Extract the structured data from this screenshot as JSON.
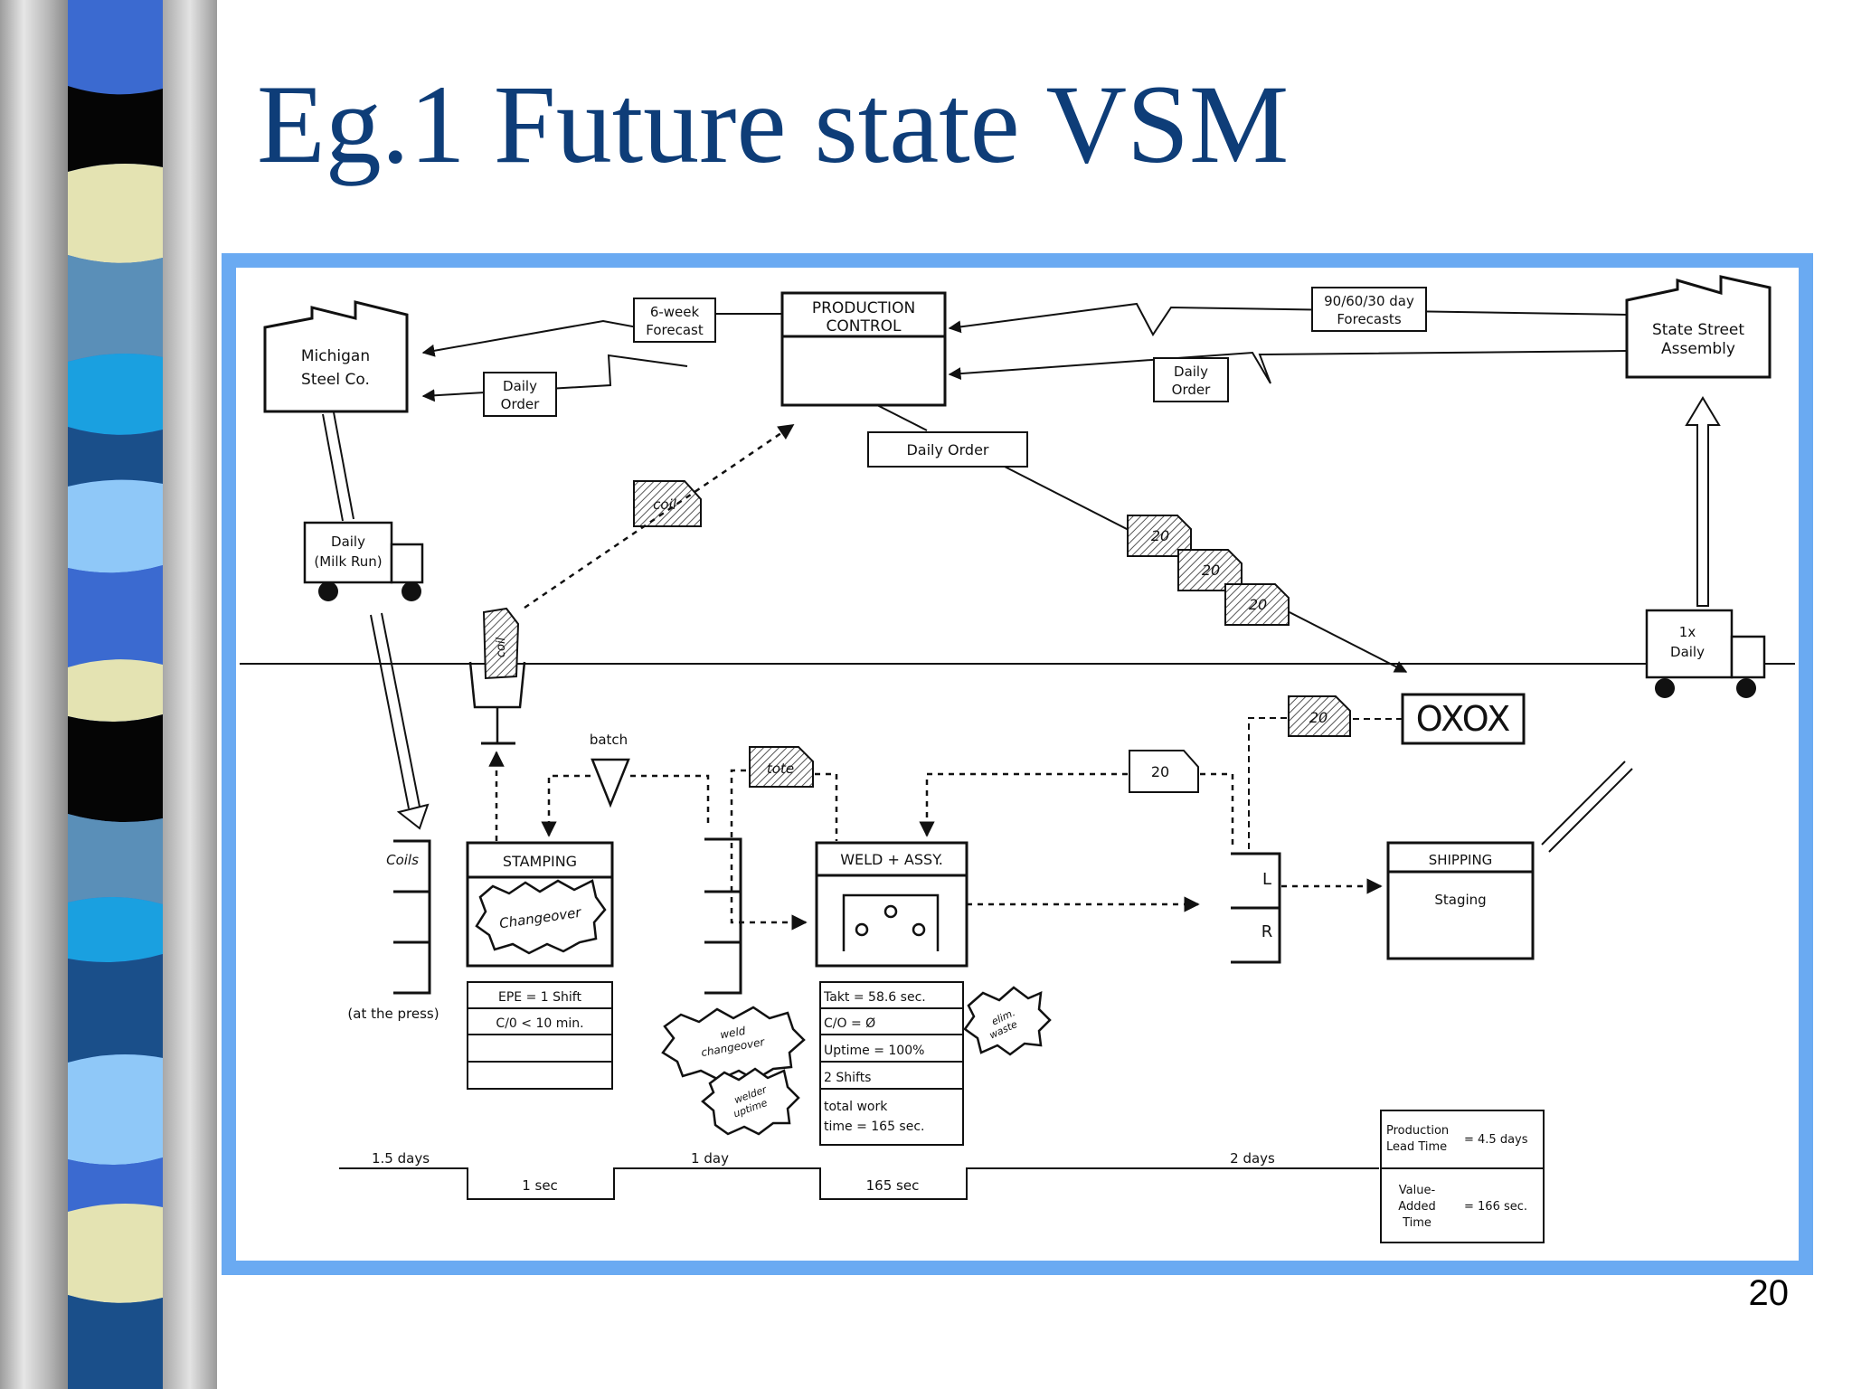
{
  "slide": {
    "title": "Eg.1 Future state VSM",
    "page_number": "20"
  },
  "diagram": {
    "supplier": [
      "Michigan",
      "Steel Co."
    ],
    "customer": [
      "State Street",
      "Assembly"
    ],
    "production_control": [
      "PRODUCTION",
      "CONTROL"
    ],
    "forecast_supplier": [
      "6-week",
      "Forecast"
    ],
    "order_supplier": [
      "Daily",
      "Order"
    ],
    "forecast_customer": [
      "90/60/30 day",
      "Forecasts"
    ],
    "order_customer": [
      "Daily",
      "Order"
    ],
    "daily_order": "Daily Order",
    "kanban_coil": "coil",
    "kanban_coil_post": "coil",
    "kanban_qty": "20",
    "truck_in": [
      "Daily",
      "(Milk Run)"
    ],
    "truck_out": [
      "1x",
      "Daily"
    ],
    "leveling_box": "OXOX",
    "withdrawal_qty": "20",
    "batch": "batch",
    "tote": "tote",
    "coils": "Coils",
    "at_press": "(at the press)",
    "stamping": {
      "title": "STAMPING",
      "kaizen": "Changeover",
      "data": [
        "EPE = 1 Shift",
        "C/0 < 10 min.",
        "",
        ""
      ]
    },
    "weld": {
      "title": "WELD + ASSY.",
      "data": [
        "Takt = 58.6 sec.",
        "C/O = Ø",
        "Uptime = 100%",
        "2 Shifts",
        "total work",
        "time = 165 sec."
      ]
    },
    "kaizen_weld_changeover": [
      "weld",
      "changeover"
    ],
    "kaizen_welder_uptime": [
      "welder",
      "uptime"
    ],
    "kaizen_elim_waste": [
      "elim.",
      "waste"
    ],
    "supermarket_l": "L",
    "supermarket_r": "R",
    "shipping": {
      "title": "SHIPPING",
      "sub": "Staging"
    },
    "timeline": {
      "days": [
        "1.5 days",
        "1 day",
        "2 days"
      ],
      "times": [
        "1 sec",
        "165 sec"
      ]
    },
    "summary": {
      "plt_label": [
        "Production",
        "Lead Time"
      ],
      "plt_value": "= 4.5 days",
      "vat_label": [
        "Value-",
        "Added",
        "Time"
      ],
      "vat_value": "= 166 sec."
    }
  },
  "colors": {
    "title": "#0e3d78",
    "frame": "#6aaaf2",
    "ink": "#111111"
  },
  "icons": {
    "push_arrow": "striped-push-arrow",
    "kanban": "kanban-card",
    "truck": "truck-icon",
    "factory": "factory-icon",
    "kaizen": "kaizen-burst"
  }
}
